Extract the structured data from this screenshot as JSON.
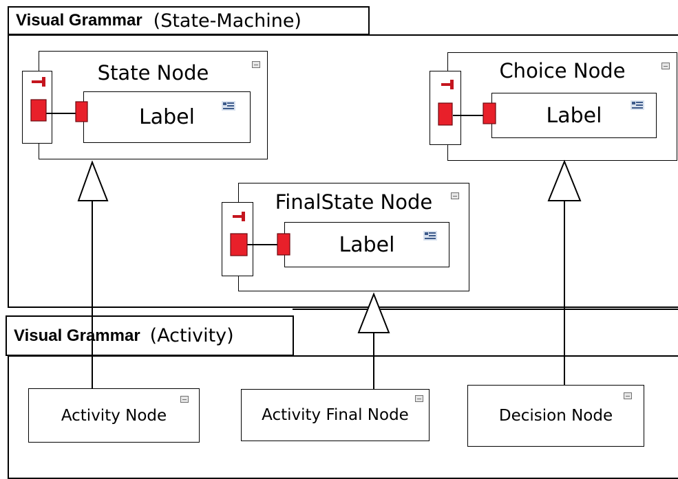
{
  "state_machine": {
    "tab_bold": "Visual Grammar",
    "tab_rest": "(State-Machine)",
    "nodes": {
      "state": {
        "title": "State Node",
        "label": "Label"
      },
      "choice": {
        "title": "Choice Node",
        "label": "Label"
      },
      "final_state": {
        "title": "FinalState Node",
        "label": "Label"
      }
    }
  },
  "activity": {
    "tab_bold": "Visual Grammar",
    "tab_rest": "(Activity)",
    "nodes": {
      "activity": {
        "title": "Activity Node"
      },
      "activity_final": {
        "title": "Activity Final Node"
      },
      "decision": {
        "title": "Decision Node"
      }
    }
  },
  "colors": {
    "port_red": "#e8202a",
    "port_dark": "#b0101a",
    "line": "#000000"
  },
  "icons": [
    "collapse-icon",
    "label-list-icon",
    "pin-icon",
    "port-icon",
    "generalization-arrow-icon"
  ]
}
